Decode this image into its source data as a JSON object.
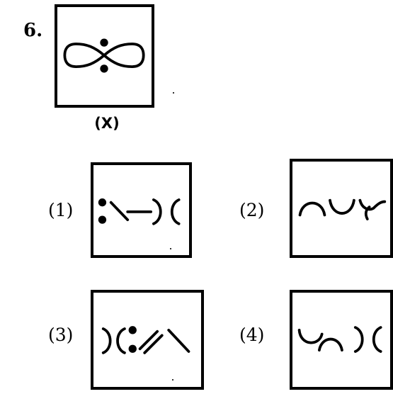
{
  "question": {
    "number": "6.",
    "figure_label": "(X)"
  },
  "options": [
    {
      "label": "(1)"
    },
    {
      "label": "(2)"
    },
    {
      "label": "(3)"
    },
    {
      "label": "(4)"
    }
  ]
}
